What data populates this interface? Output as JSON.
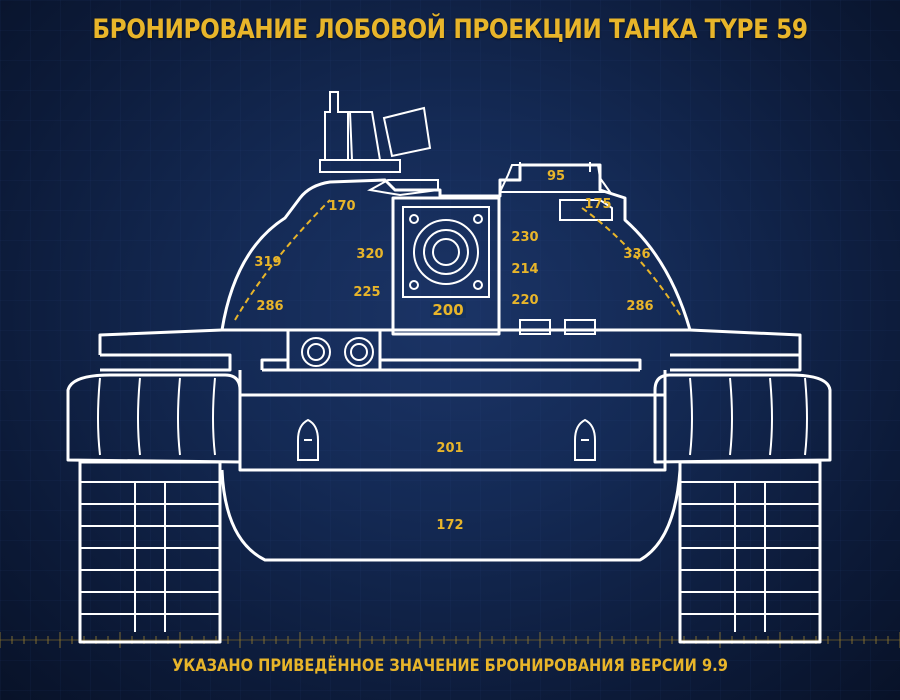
{
  "title": "БРОНИРОВАНИЕ ЛОБОВОЙ ПРОЕКЦИИ ТАНКА TYPE 59",
  "footer_note": "УКАЗАНО ПРИВЕДЁННОЕ ЗНАЧЕНИЕ БРОНИРОВАНИЯ ВЕРСИИ 9.9",
  "armor": {
    "cupola_left": "170",
    "cupola_right": "95",
    "right_hatch": "175",
    "left_upper": "319",
    "left_lower": "286",
    "mantlet_left_upper": "320",
    "mantlet_left_lower": "225",
    "mantlet_right_upper": "230",
    "mantlet_right_mid": "214",
    "mantlet_right_lower": "220",
    "right_upper": "336",
    "right_lower": "286",
    "gun_mantlet": "200",
    "upper_glacis": "201",
    "lower_glacis": "172"
  },
  "colors": {
    "accent": "#e8b52a",
    "outline": "#ffffff",
    "background": "#142a55"
  }
}
